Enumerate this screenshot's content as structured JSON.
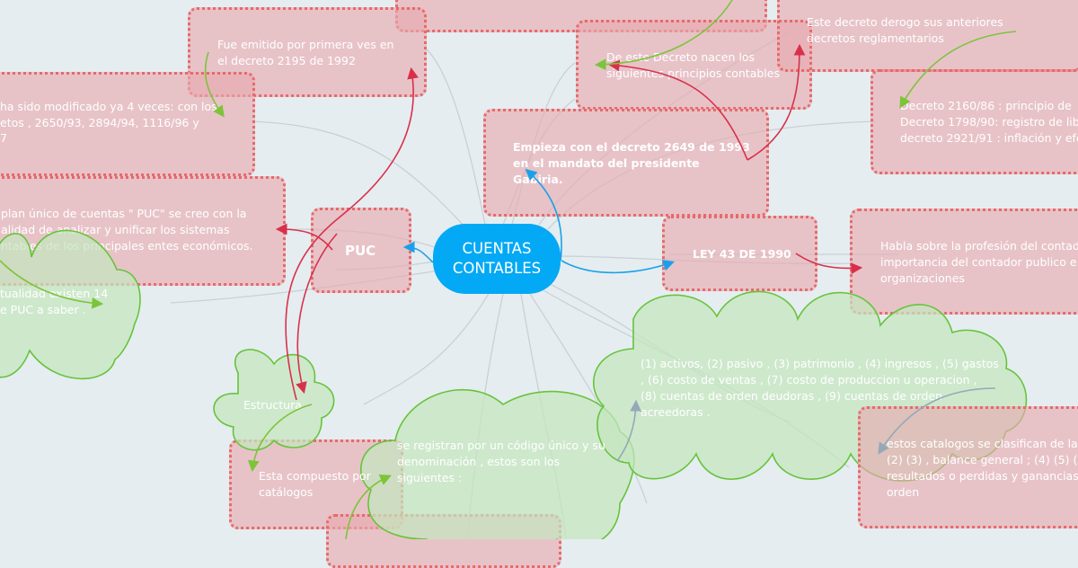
{
  "central_topic": {
    "line1": "CUENTAS",
    "line2": "CONTABLES"
  },
  "topics": {
    "puc": "PUC",
    "decreto_2649": {
      "line1": "Empieza con el decreto 2649 de 1993",
      "line2": "en el mandato del presidente",
      "line3": "Gabiria."
    },
    "ley_43": "LEY 43 DE 1990"
  },
  "subtopics": {
    "emitido": {
      "line1": "Fue  emitido por primera ves en",
      "line2": "el decreto 2195 de 1992"
    },
    "modificado": {
      "line1": "ha sido modificado ya 4 veces:  con los",
      "line2": "etos , 2650/93, 2894/94, 1116/96 y",
      "line3": "7"
    },
    "plan_unico": {
      "line1": "plan único de cuentas \" PUC\" se creo con la",
      "line2": "alidad de analizar y unificar los sistemas",
      "line3": "ntables de los principales entes económicos."
    },
    "actualidad": {
      "line1": "tualidad existen 14",
      "line2": "e PUC a saber ."
    },
    "estructura": "Estructura",
    "compuesto": {
      "line1": "Esta compuesto por",
      "line2": "catálogos"
    },
    "registran": {
      "line1": "se registran por un código único y su",
      "line2": "denominación , estos son los",
      "line3": "siguientes :"
    },
    "clases": {
      "line1": "(1) activos, (2) pasivo , (3) patrimonio , (4) ingresos , (5) gastos",
      "line2": ", (6) costo de ventas , (7) costo de produccion u operacion ,",
      "line3": "(8) cuentas de orden deudoras , (9) cuentas de orden",
      "line4": "acreedoras ."
    },
    "catalogos": {
      "line1": "estos catalogos se clasifican de la",
      "line2": "(2) (3) , balance general ; (4) (5) (",
      "line3": "resultados o perdidas y ganancias",
      "line4": "orden"
    },
    "nacen": {
      "line1": "De este Decreto nacen los",
      "line2": "siguientes principios contables"
    },
    "derogo": {
      "line1": "Este decreto derogo sus anteriores",
      "line2": "decretos reglamentarios"
    },
    "decretos": {
      "line1": "Decreto 2160/86 : principio de",
      "line2": "Decreto 1798/90: registro de lib",
      "line3": "decreto 2921/91 : inflación y efe"
    },
    "habla": {
      "line1": "Habla sobre la profesión del contad",
      "line2": "importancia del contador publico e",
      "line3": "organizaciones"
    }
  },
  "colors": {
    "background": "#e5edf1",
    "central": "#03a9f4",
    "red_box_border": "#e66a6a",
    "red_box_fill": "#e8aaaf",
    "cloud_border": "#66c43a",
    "cloud_fill": "#d2e8d2",
    "arrow_red": "#d9304a",
    "arrow_green": "#7cc43a",
    "arrow_blue": "#1aa0ea",
    "arrow_grey": "#93a9b8",
    "connector": "#c9d1d6"
  }
}
